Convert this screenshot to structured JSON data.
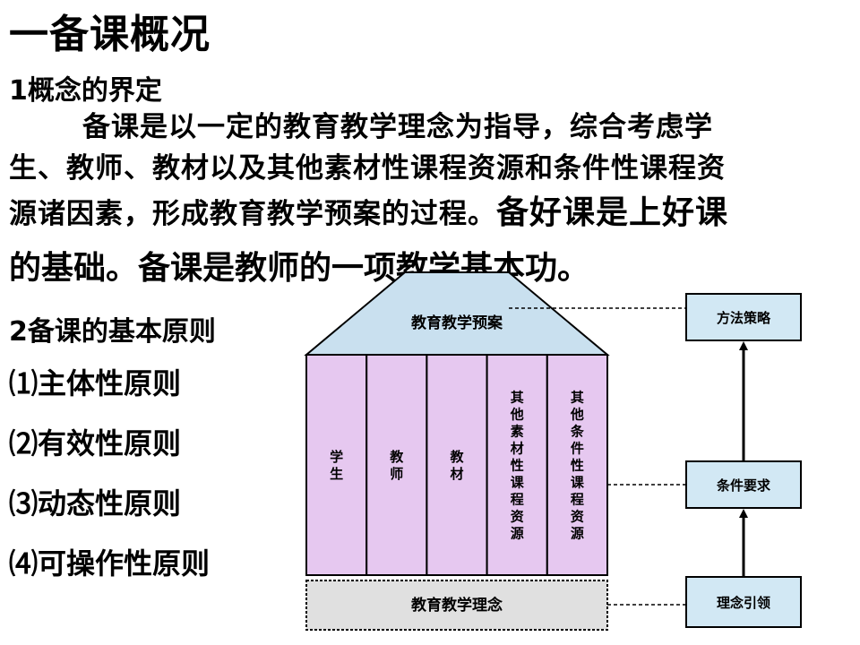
{
  "title": "一备课概况",
  "section1": {
    "heading": "1概念的界定",
    "line1": "备课是以一定的教育教学理念为指导，综合考虑学",
    "line2": "生、教师、教材以及其他素材性课程资源和条件性课程资",
    "line3a": "源诸因素，形成教育教学预案的过程。",
    "line3b": "备好课是上好课",
    "line4": "的基础。备课是教师的一项教学基本功。"
  },
  "section2": {
    "heading": "2备课的基本原则",
    "principles": [
      "⑴主体性原则",
      "⑵有效性原则",
      "⑶动态性原则",
      "⑷可操作性原则"
    ]
  },
  "diagram": {
    "roof": "教育教学预案",
    "pillars": [
      "学生",
      "教师",
      "教材",
      "其他素材性课程资源",
      "其他条件性课程资源"
    ],
    "foundation": "教育教学理念",
    "right_boxes": [
      "方法策略",
      "条件要求",
      "理念引领"
    ],
    "colors": {
      "roof": "#c9e0ef",
      "pillar": "#e6c8f0",
      "foundation": "#e0e0e0",
      "right_box": "#d2e8f4"
    }
  }
}
